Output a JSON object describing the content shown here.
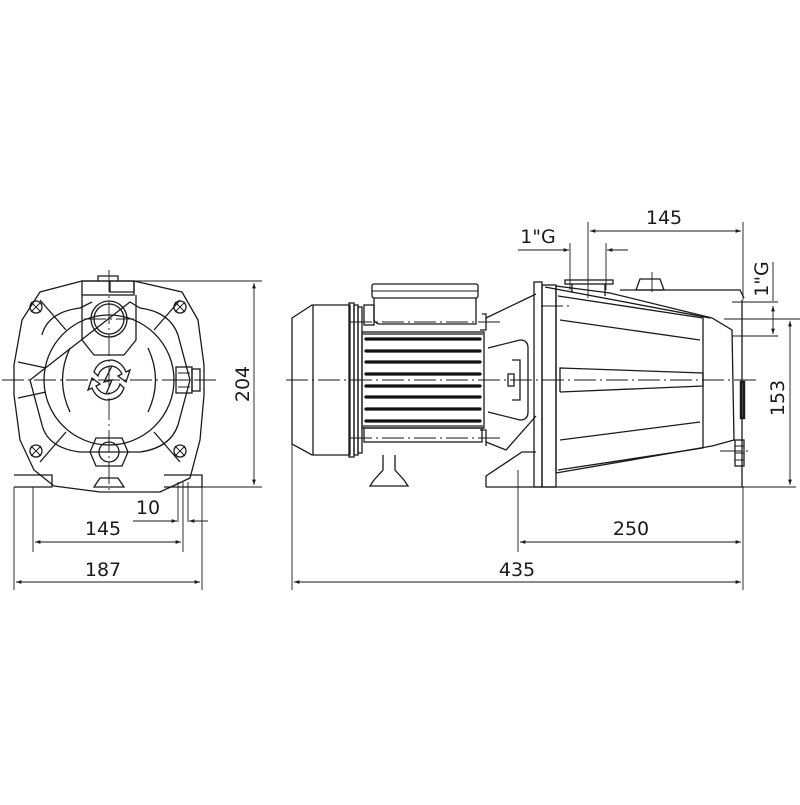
{
  "drawing": {
    "title": "Pump dimension drawing",
    "line_color": "#1a1a1a",
    "background": "#ffffff"
  },
  "front_view": {
    "dimensions": {
      "height": "204",
      "foot_spacing": "145",
      "foot_width": "10",
      "overall_width": "187"
    },
    "icons": [
      "rotation-arrows-icon",
      "bolt-icon"
    ]
  },
  "side_view": {
    "dimensions": {
      "suction_to_end": "145",
      "top_port": "1\"G",
      "side_port": "1\"G",
      "center_height": "153",
      "base_length": "250",
      "overall_length": "435"
    }
  }
}
